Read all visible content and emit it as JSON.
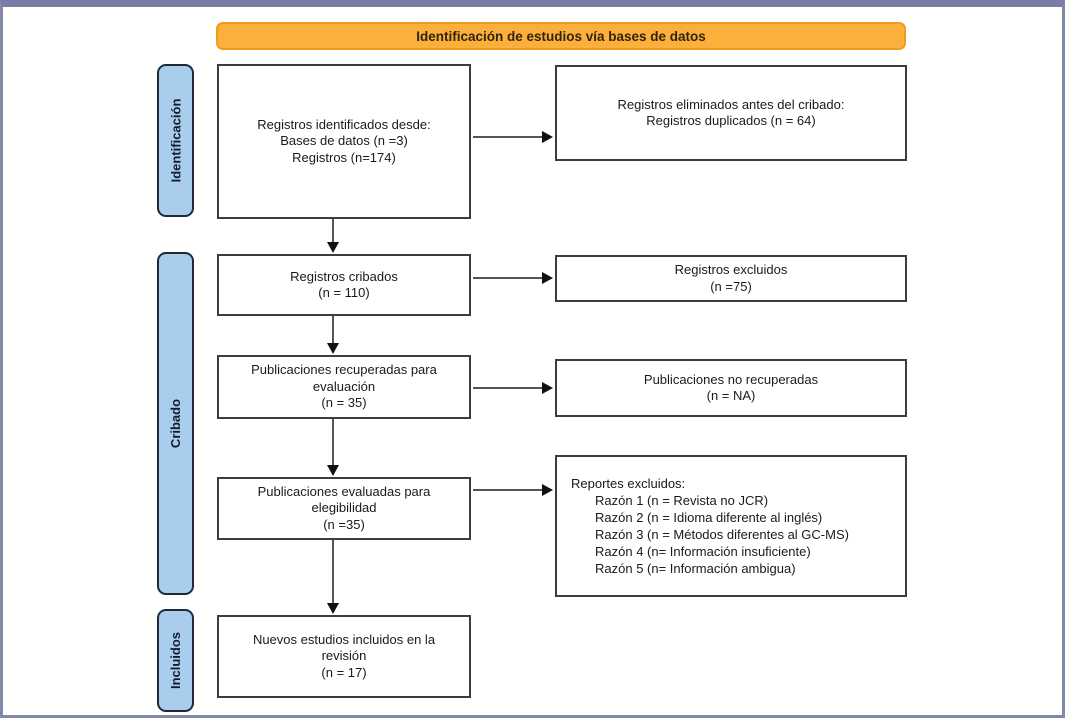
{
  "banner": {
    "label": "Identificación de estudios vía bases de datos"
  },
  "stages": [
    {
      "label": "Identificación"
    },
    {
      "label": "Cribado"
    },
    {
      "label": "Incluidos"
    }
  ],
  "main_boxes": [
    {
      "lines": [
        "Registros identificados desde:",
        "Bases de datos (n =3)",
        "Registros (n=174)"
      ]
    },
    {
      "lines": [
        "Registros cribados",
        "(n = 110)"
      ]
    },
    {
      "lines": [
        "Publicaciones recuperadas para",
        "evaluación",
        "(n = 35)"
      ]
    },
    {
      "lines": [
        "Publicaciones evaluadas para",
        "elegibilidad",
        "(n =35)"
      ]
    },
    {
      "lines": [
        "Nuevos estudios incluidos en la",
        "revisión",
        "(n = 17)"
      ]
    }
  ],
  "side_boxes": [
    {
      "lines": [
        "Registros eliminados antes del cribado:",
        "Registros duplicados (n = 64)"
      ]
    },
    {
      "lines": [
        "Registros excluidos",
        "(n =75)"
      ]
    },
    {
      "lines": [
        "Publicaciones no recuperadas",
        "(n = NA)"
      ]
    },
    {
      "title": "Reportes excluidos:",
      "reasons": [
        "Razón 1 (n = Revista no JCR)",
        "Razón 2 (n = Idioma diferente al inglés)",
        "Razón 3 (n = Métodos diferentes al GC-MS)",
        "Razón 4 (n= Información insuficiente)",
        "Razón 5 (n= Información ambigua)"
      ]
    }
  ],
  "colors": {
    "banner_bg": "#fbb03c",
    "banner_border": "#ef9c1e",
    "stage_bg": "#a9cdec",
    "stage_border": "#20293a",
    "box_border": "#3c3c3c",
    "frame_border": "#8089ac",
    "arrow": "#555555"
  }
}
